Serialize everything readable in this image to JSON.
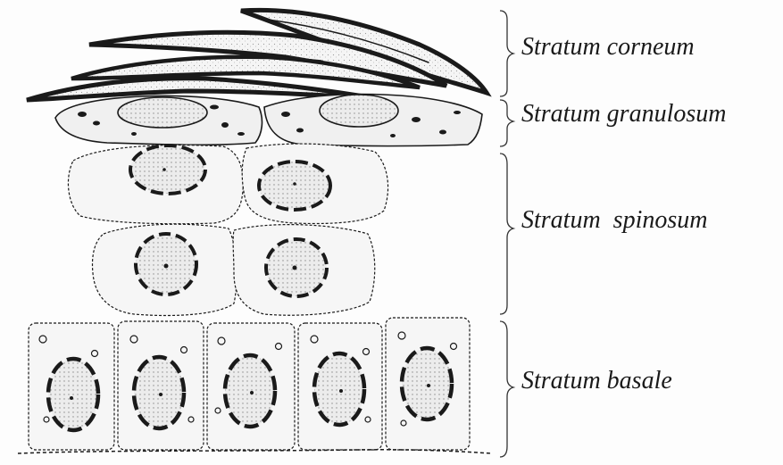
{
  "diagram": {
    "layers": [
      {
        "id": "corneum",
        "label": "Stratum corneum"
      },
      {
        "id": "granulosum",
        "label": "Stratum granulosum"
      },
      {
        "id": "spinosum",
        "label": "Stratum  spinosum"
      },
      {
        "id": "basale",
        "label": "Stratum basale"
      }
    ],
    "colors": {
      "ink": "#1a1a1a",
      "cell_fill": "#f4f4f4",
      "nucleus_fill": "#e6e6e6",
      "background": "#fdfdfd"
    }
  }
}
